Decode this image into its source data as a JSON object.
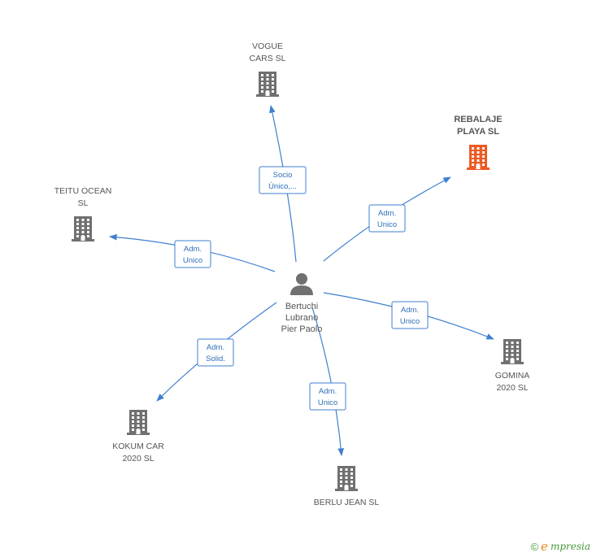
{
  "center": {
    "name_lines": [
      "Bertuchi",
      "Lubrano",
      "Pier Paolo"
    ],
    "icon": "person-icon"
  },
  "companies": [
    {
      "id": "vogue",
      "lines": [
        "VOGUE",
        "CARS SL"
      ],
      "highlight": false,
      "icon": "building-icon"
    },
    {
      "id": "rebalaje",
      "lines": [
        "REBALAJE",
        "PLAYA SL"
      ],
      "highlight": true,
      "icon": "building-icon"
    },
    {
      "id": "teitu",
      "lines": [
        "TEITU OCEAN",
        "SL"
      ],
      "highlight": false,
      "icon": "building-icon"
    },
    {
      "id": "gomina",
      "lines": [
        "GOMINA",
        "2020 SL"
      ],
      "highlight": false,
      "icon": "building-icon"
    },
    {
      "id": "kokum",
      "lines": [
        "KOKUM CAR",
        "2020 SL"
      ],
      "highlight": false,
      "icon": "building-icon"
    },
    {
      "id": "berlu",
      "lines": [
        "BERLU JEAN SL"
      ],
      "highlight": false,
      "icon": "building-icon"
    }
  ],
  "relations": [
    {
      "to": "vogue",
      "lines": [
        "Socio",
        "Único,..."
      ]
    },
    {
      "to": "rebalaje",
      "lines": [
        "Adm.",
        "Unico"
      ]
    },
    {
      "to": "teitu",
      "lines": [
        "Adm.",
        "Unico"
      ]
    },
    {
      "to": "gomina",
      "lines": [
        "Adm.",
        "Unico"
      ]
    },
    {
      "to": "kokum",
      "lines": [
        "Adm.",
        "Solid."
      ]
    },
    {
      "to": "berlu",
      "lines": [
        "Adm.",
        "Unico"
      ]
    }
  ],
  "colors": {
    "edge": "#3f7fd0",
    "building": "#707070",
    "building_highlight": "#ee5a24",
    "person": "#707070"
  },
  "footer": {
    "copyright": "©",
    "brand_initial": "e",
    "brand_rest": "mpresia"
  }
}
